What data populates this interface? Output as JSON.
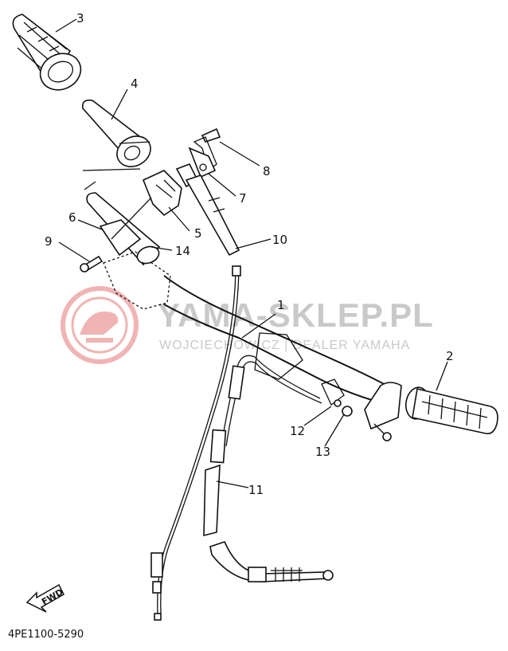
{
  "diagram": {
    "part_code": "4PE1100-5290",
    "direction_badge": "FWD",
    "watermark": {
      "brand": "YAMA-SKLEP.PL",
      "tagline": "WOJCIECHOWICZ | DEALER YAMAHA",
      "color": "#e25b5b"
    },
    "callouts": [
      {
        "id": "1",
        "text": "1"
      },
      {
        "id": "2",
        "text": "2"
      },
      {
        "id": "3",
        "text": "3"
      },
      {
        "id": "4",
        "text": "4"
      },
      {
        "id": "5",
        "text": "5"
      },
      {
        "id": "6",
        "text": "6"
      },
      {
        "id": "7",
        "text": "7"
      },
      {
        "id": "8",
        "text": "8"
      },
      {
        "id": "9",
        "text": "9"
      },
      {
        "id": "10",
        "text": "10"
      },
      {
        "id": "11",
        "text": "11"
      },
      {
        "id": "12",
        "text": "12"
      },
      {
        "id": "13",
        "text": "13"
      },
      {
        "id": "14",
        "text": "14"
      }
    ]
  }
}
